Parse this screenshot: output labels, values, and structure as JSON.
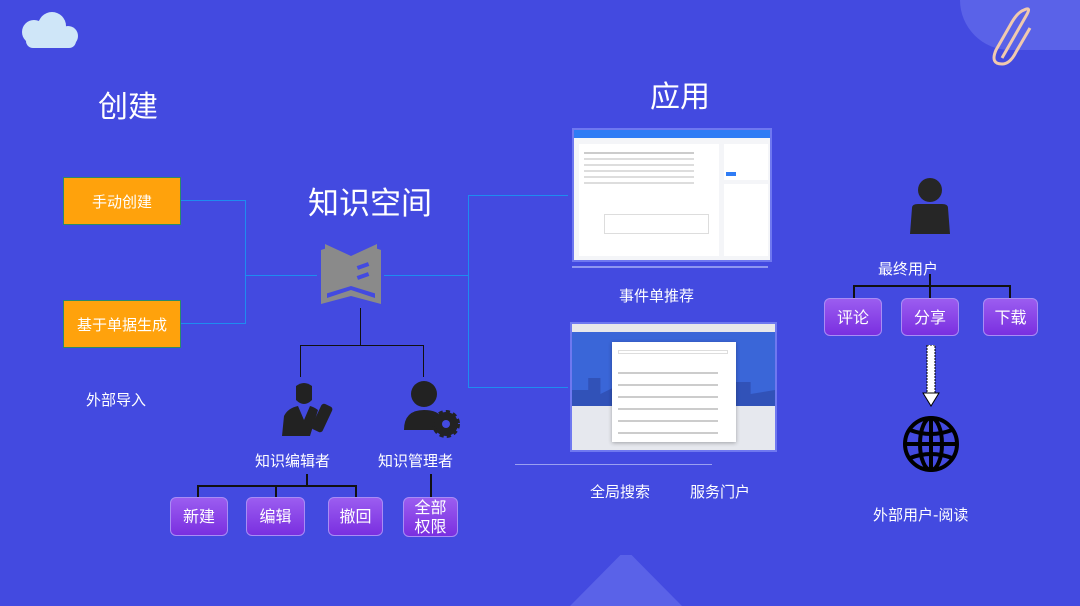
{
  "create": {
    "title": "创建",
    "manual": "手动创建",
    "from_ticket": "基于单据生成",
    "external_import": "外部导入"
  },
  "space": {
    "title": "知识空间"
  },
  "roles": {
    "editor": {
      "label": "知识编辑者",
      "actions": [
        "新建",
        "编辑",
        "撤回"
      ]
    },
    "admin": {
      "label": "知识管理者",
      "actions": [
        "全部权限"
      ]
    }
  },
  "apply": {
    "title": "应用",
    "ticket_recommend": "事件单推荐",
    "global_search": "全局搜索",
    "service_portal": "服务门户"
  },
  "end_user": {
    "label": "最终用户",
    "actions": [
      "评论",
      "分享",
      "下载"
    ],
    "external": "外部用户-阅读"
  },
  "colors": {
    "background": "#434ae0",
    "orange": "#ffa20c",
    "purple": "#8a45e8",
    "connector": "#1e8cf0"
  }
}
